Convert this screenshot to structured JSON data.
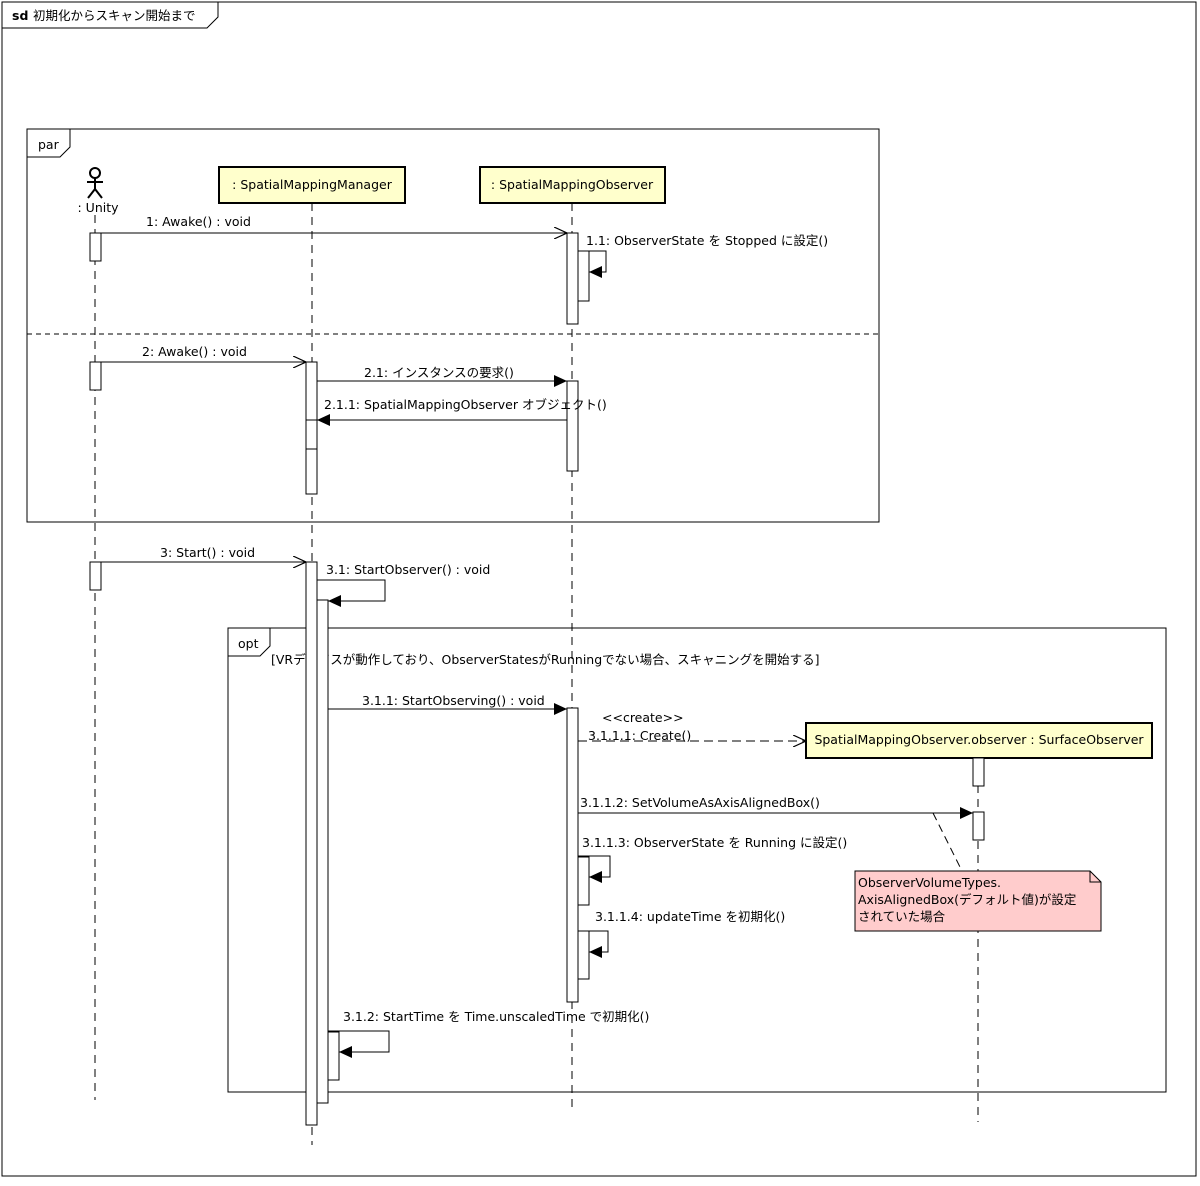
{
  "frame": {
    "keyword": "sd",
    "title": "初期化からスキャン開始まで"
  },
  "fragments": {
    "par": {
      "label": "par"
    },
    "opt": {
      "label": "opt",
      "guard": "[VRデバイスが動作しており、ObserverStatesがRunningでない場合、スキャニングを開始する]"
    }
  },
  "lifelines": {
    "unity": ": Unity",
    "manager": ": SpatialMappingManager",
    "observer": ": SpatialMappingObserver",
    "surface": "SpatialMappingObserver.observer : SurfaceObserver"
  },
  "messages": {
    "m1": "1: Awake() : void",
    "m1_1": "1.1: ObserverState を Stopped に設定()",
    "m2": "2: Awake() : void",
    "m2_1": "2.1: インスタンスの要求()",
    "m2_1_1": "2.1.1: SpatialMappingObserver オブジェクト()",
    "m3": "3: Start() : void",
    "m3_1": "3.1: StartObserver() : void",
    "m3_1_1": "3.1.1: StartObserving() : void",
    "stereotype": "<<create>>",
    "m3_1_1_1": "3.1.1.1: Create()",
    "m3_1_1_2": "3.1.1.2: SetVolumeAsAxisAlignedBox()",
    "m3_1_1_3": "3.1.1.3: ObserverState を Running に設定()",
    "m3_1_1_4": "3.1.1.4: updateTime を初期化()",
    "m3_1_2": "3.1.2: StartTime を Time.unscaledTime で初期化()"
  },
  "note": {
    "lines": [
      "ObserverVolumeTypes.",
      "AxisAlignedBox(デフォルト値)が設定",
      "されていた場合"
    ],
    "fill": "#ffcccc"
  },
  "colors": {
    "lifeline_fill": "#ffffcc",
    "note_fill": "#ffcccc",
    "line": "#000000"
  }
}
